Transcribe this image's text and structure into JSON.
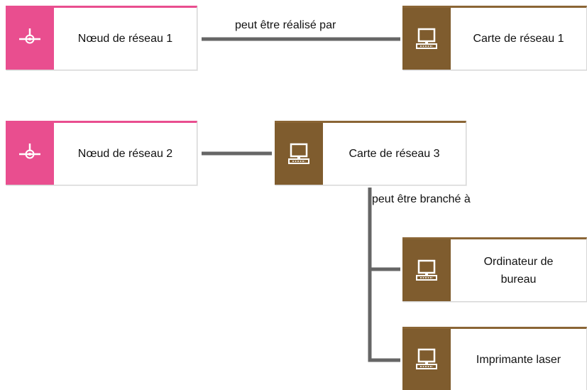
{
  "colors": {
    "network_node": "#e94e8f",
    "network_card": "#7f5c2e",
    "connector": "#666666"
  },
  "nodes": {
    "network_node_1": {
      "label": "Nœud de réseau 1",
      "icon": "network-node-icon"
    },
    "network_card_1": {
      "label": "Carte de réseau 1",
      "icon": "computer-icon"
    },
    "network_node_2": {
      "label": "Nœud de réseau 2",
      "icon": "network-node-icon"
    },
    "network_card_3": {
      "label": "Carte de réseau 3",
      "icon": "computer-icon"
    },
    "desktop_computer": {
      "label": "Ordinateur de bureau",
      "icon": "computer-icon"
    },
    "laser_printer": {
      "label": "Imprimante laser",
      "icon": "computer-icon"
    }
  },
  "edges": {
    "realized_by": "peut être réalisé par",
    "can_be_connected_to": "peut être branché à"
  }
}
